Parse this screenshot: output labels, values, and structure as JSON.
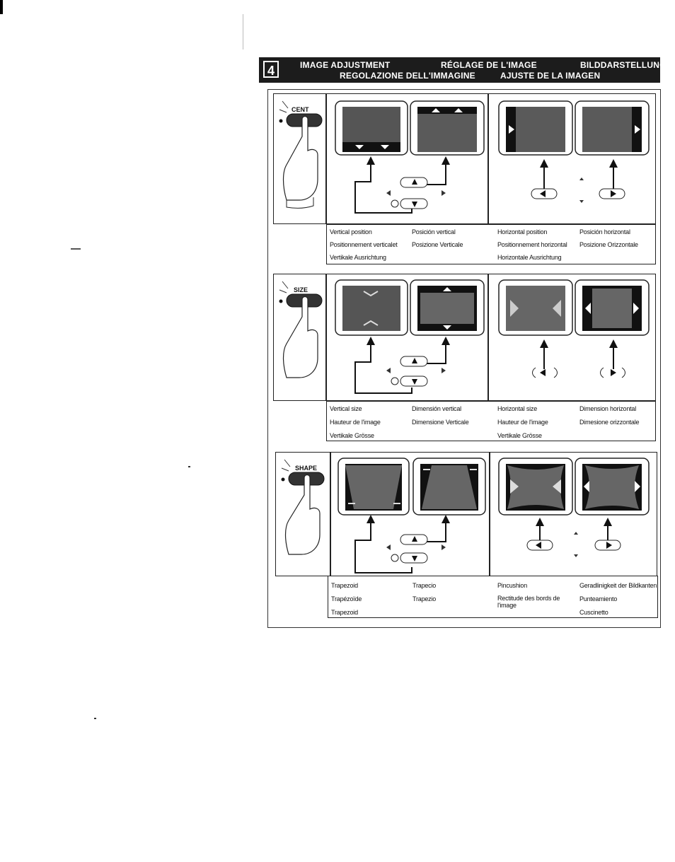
{
  "header": {
    "number": "4",
    "title_en": "IMAGE ADJUSTMENT",
    "title_fr": "RÉGLAGE DE L'IMAGE",
    "title_de": "BILDDARSTELLUNG",
    "title_it": "REGOLAZIONE DELL'IMMAGINE",
    "title_es": "AJUSTE DE LA IMAGEN"
  },
  "sections": [
    {
      "button": "CENT",
      "labels": {
        "c1": [
          "Vertical position",
          "Positionnement verticalet",
          "Vertikale Ausrichtung"
        ],
        "c2": [
          "Posición vertical",
          "Posizione Verticale",
          ""
        ],
        "c3": [
          "Horizontal position",
          "Positionnement horizontal",
          "Horizontale Ausrichtung"
        ],
        "c4": [
          "Posición horizontal",
          "Posizione Orizzontale",
          ""
        ]
      }
    },
    {
      "button": "SIZE",
      "labels": {
        "c1": [
          "Vertical size",
          "Hauteur de l'image",
          "Vertikale Grösse"
        ],
        "c2": [
          "Dimensión vertical",
          "Dimensione Verticale",
          ""
        ],
        "c3": [
          "Horizontal size",
          "Hauteur de l'image",
          "Vertikale Grösse"
        ],
        "c4": [
          "Dimension horizontal",
          "Dimesione orizzontale",
          ""
        ]
      }
    },
    {
      "button": "SHAPE",
      "labels": {
        "c1": [
          "Trapezoid",
          "Trapézoïde",
          "Trapezoid"
        ],
        "c2": [
          "Trapecio",
          "Trapezio",
          ""
        ],
        "c3": [
          "Pincushion",
          "Rectitude des bords de l'image",
          ""
        ],
        "c4": [
          "Geradlinigkeit der Bildkanten",
          "Punteamiento",
          "Cuscinetto"
        ]
      }
    }
  ]
}
